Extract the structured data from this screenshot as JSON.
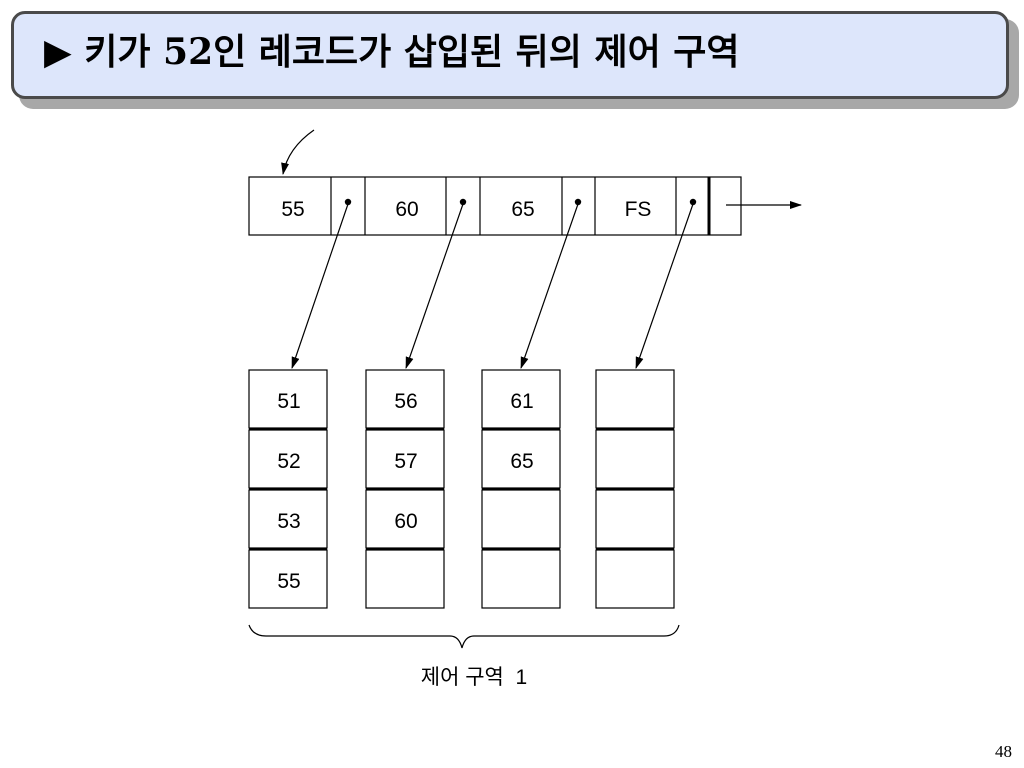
{
  "title": {
    "marker": "▶",
    "before": "키가 ",
    "number": "52",
    "after": "인 레코드가 삽입된 뒤의 제어 구역"
  },
  "index_record": {
    "keys": [
      "55",
      "60",
      "65",
      "FS"
    ]
  },
  "blocks": [
    [
      "51",
      "52",
      "53",
      "55"
    ],
    [
      "56",
      "57",
      "60",
      ""
    ],
    [
      "61",
      "65",
      "",
      ""
    ],
    [
      "",
      "",
      "",
      ""
    ]
  ],
  "brace_label": "제어 구역  1",
  "page_number": "48"
}
